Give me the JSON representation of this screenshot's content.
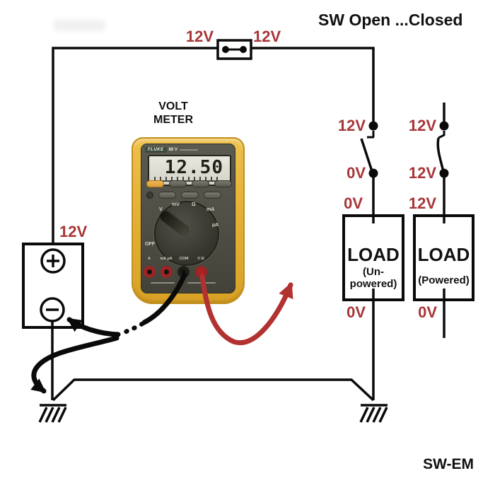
{
  "header": {
    "title": "SW Open ...Closed"
  },
  "footer": {
    "credit": "SW-EM"
  },
  "colors": {
    "label_red": "#a83538",
    "wire_black": "#0a0a0a",
    "lead_red": "#b23131",
    "meter_yellow": "#e9b83e",
    "meter_face": "#4e4d44"
  },
  "fuse": {
    "left_label": "12V",
    "right_label": "12V"
  },
  "battery": {
    "label": "12V"
  },
  "meter": {
    "caption_line1": "VOLT",
    "caption_line2": "METER",
    "brand": "FLUKE",
    "model": "88 V",
    "display": "12.50",
    "dial_off": "OFF",
    "dial_marks": [
      "V",
      "mV",
      "Ω",
      "mA",
      "µA"
    ],
    "ports": [
      "A",
      "mA µA",
      "COM",
      "V Ω"
    ]
  },
  "switch_open": {
    "label_top": "12V",
    "label_bottom": "0V",
    "label_load_top": "0V",
    "load_title": "LOAD",
    "load_sub_line1": "(Un-",
    "load_sub_line2": "powered)",
    "label_load_bottom": "0V"
  },
  "switch_closed": {
    "label_top": "12V",
    "label_bottom": "12V",
    "label_load_top": "12V",
    "load_title": "LOAD",
    "load_sub": "(Powered)",
    "label_load_bottom": "0V"
  }
}
